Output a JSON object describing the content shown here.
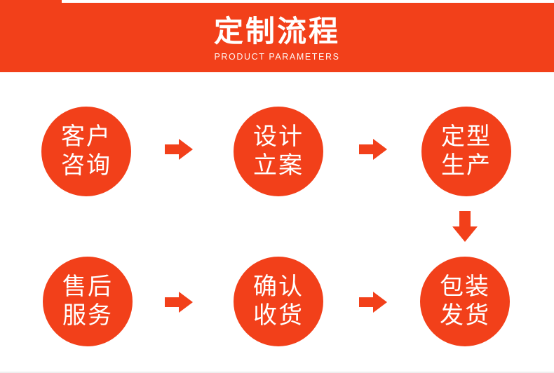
{
  "page": {
    "background": "#ffffff",
    "accent_color": "#f2401a",
    "bottom_line_color": "#efefef"
  },
  "header": {
    "title": "定制流程",
    "subtitle": "PRODUCT PARAMETERS"
  },
  "flow": {
    "steps": [
      {
        "lines": [
          "客户",
          "咨询"
        ]
      },
      {
        "lines": [
          "设计",
          "立案"
        ]
      },
      {
        "lines": [
          "定型",
          "生产"
        ]
      },
      {
        "lines": [
          "售后",
          "服务"
        ]
      },
      {
        "lines": [
          "确认",
          "收货"
        ]
      },
      {
        "lines": [
          "包装",
          "发货"
        ]
      }
    ],
    "icons": {
      "arrow_right": "→",
      "arrow_down": "↓"
    }
  }
}
